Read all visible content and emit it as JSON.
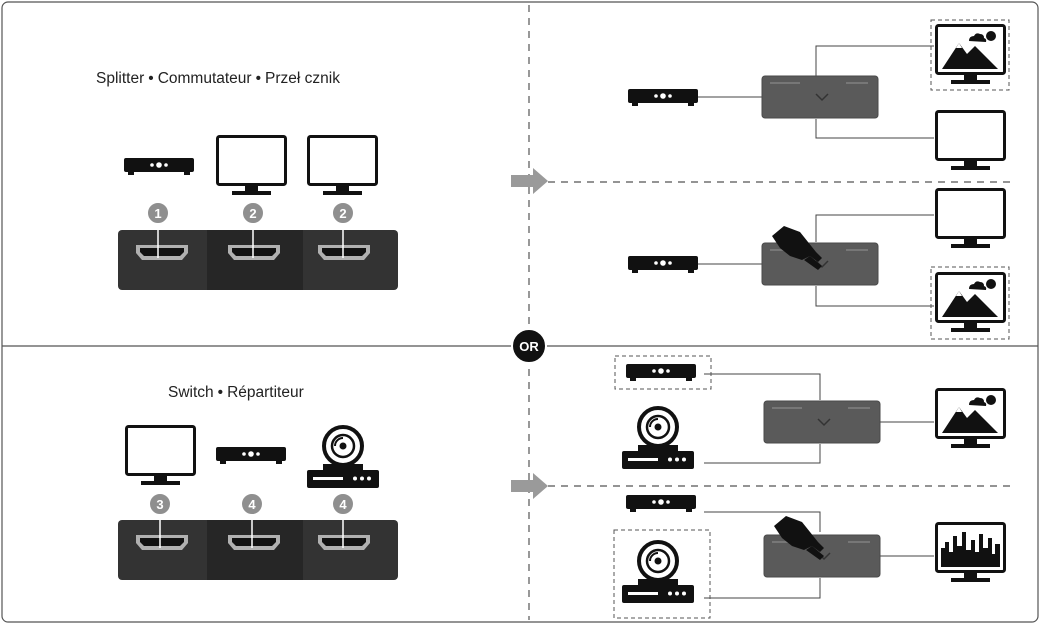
{
  "splitter": {
    "title_parts": [
      "Splitter",
      "Commutateur",
      "Przeł cznik"
    ],
    "port_badges": [
      "1",
      "2",
      "2"
    ]
  },
  "switch": {
    "title_parts": [
      "Switch",
      "Répartiteur"
    ],
    "port_badges": [
      "3",
      "4",
      "4"
    ]
  },
  "divider_label": "OR",
  "colors": {
    "badge_fill": "#8f8f8f",
    "badge_border": "#ffffff",
    "icon_dark": "#111111",
    "port_panel": "#2e2e2e",
    "port_panel_mid": "#252525",
    "divider": "#555555",
    "arrow": "#9a9a9a"
  },
  "icons": {
    "source": "hdmi-source-box-icon",
    "monitor": "monitor-icon",
    "image_monitor": "image-monitor-icon",
    "chart_monitor": "chart-monitor-icon",
    "player": "disc-player-icon",
    "hand": "hand-press-icon",
    "device": "splitter-switch-device"
  }
}
